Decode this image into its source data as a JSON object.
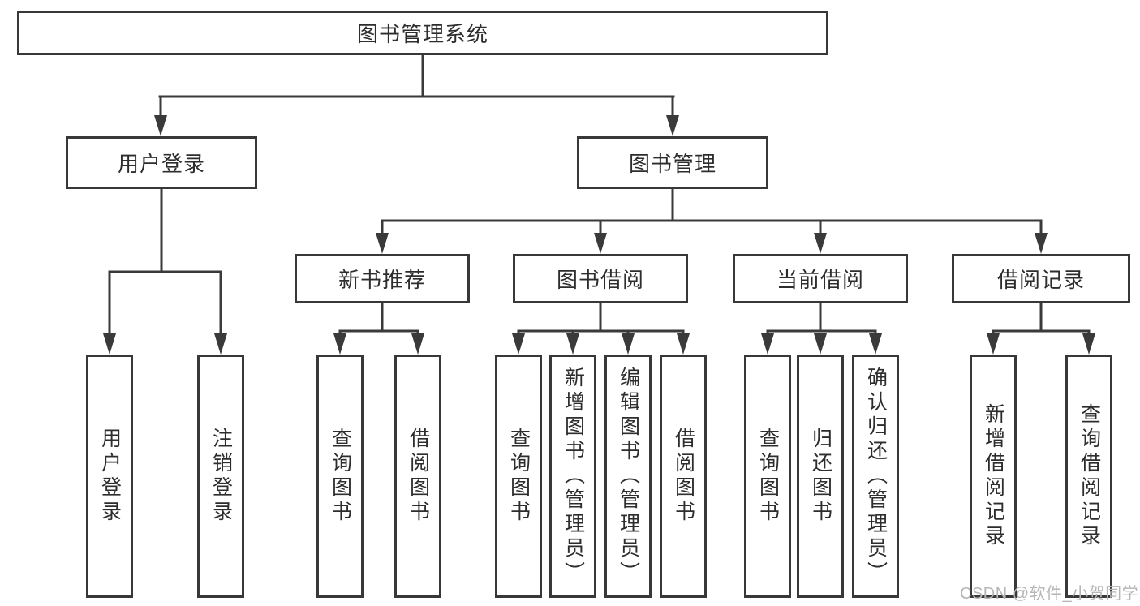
{
  "diagram": {
    "root": {
      "label": "图书管理系统"
    },
    "branches": [
      {
        "label": "用户登录",
        "children": [
          {
            "label": "用户登录"
          },
          {
            "label": "注销登录"
          }
        ]
      },
      {
        "label": "图书管理",
        "children": [
          {
            "label": "新书推荐",
            "children": [
              {
                "label": "查询图书"
              },
              {
                "label": "借阅图书"
              }
            ]
          },
          {
            "label": "图书借阅",
            "children": [
              {
                "label": "查询图书"
              },
              {
                "label": "新增图书（管理员）"
              },
              {
                "label": "编辑图书（管理员）"
              },
              {
                "label": "借阅图书"
              }
            ]
          },
          {
            "label": "当前借阅",
            "children": [
              {
                "label": "查询图书"
              },
              {
                "label": "归还图书"
              },
              {
                "label": "确认归还（管理员）"
              }
            ]
          },
          {
            "label": "借阅记录",
            "children": [
              {
                "label": "新增借阅记录"
              },
              {
                "label": "查询借阅记录"
              }
            ]
          }
        ]
      }
    ]
  },
  "watermark": {
    "text": "CSDN @软件_小贺同学"
  },
  "colors": {
    "line": "#3a3a3a",
    "box_border": "#383838",
    "text": "#2d2d2d",
    "watermark": "#b6b6b6",
    "background": "#ffffff"
  }
}
